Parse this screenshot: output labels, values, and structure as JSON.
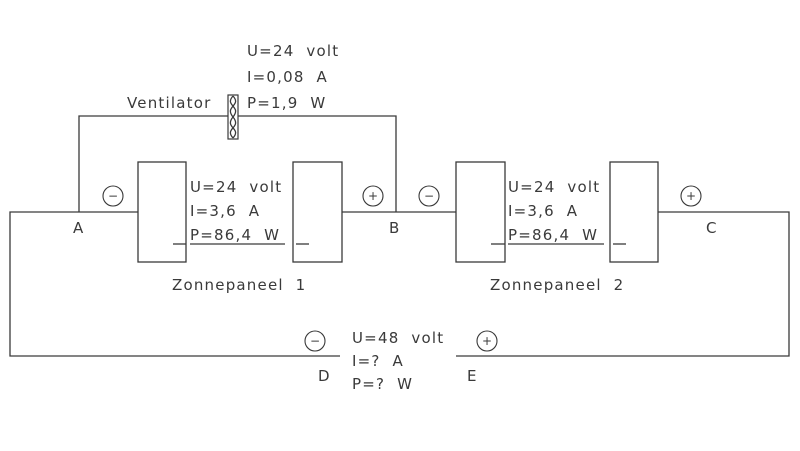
{
  "ventilator": {
    "label": "Ventilator",
    "u": "U=24  volt",
    "i": "I=0,08  A",
    "p": "P=1,9  W"
  },
  "panel1": {
    "name": "Zonnepaneel  1",
    "u": "U=24  volt",
    "i": "I=3,6  A",
    "p": "P=86,4  W"
  },
  "panel2": {
    "name": "Zonnepaneel  2",
    "u": "U=24  volt",
    "i": "I=3,6  A",
    "p": "P=86,4  W"
  },
  "total": {
    "u": "U=48  volt",
    "i": "I=?  A",
    "p": "P=?  W"
  },
  "nodes": {
    "a": "A",
    "b": "B",
    "c": "C",
    "d": "D",
    "e": "E"
  },
  "polarity": {
    "minus": "−",
    "plus": "+"
  }
}
